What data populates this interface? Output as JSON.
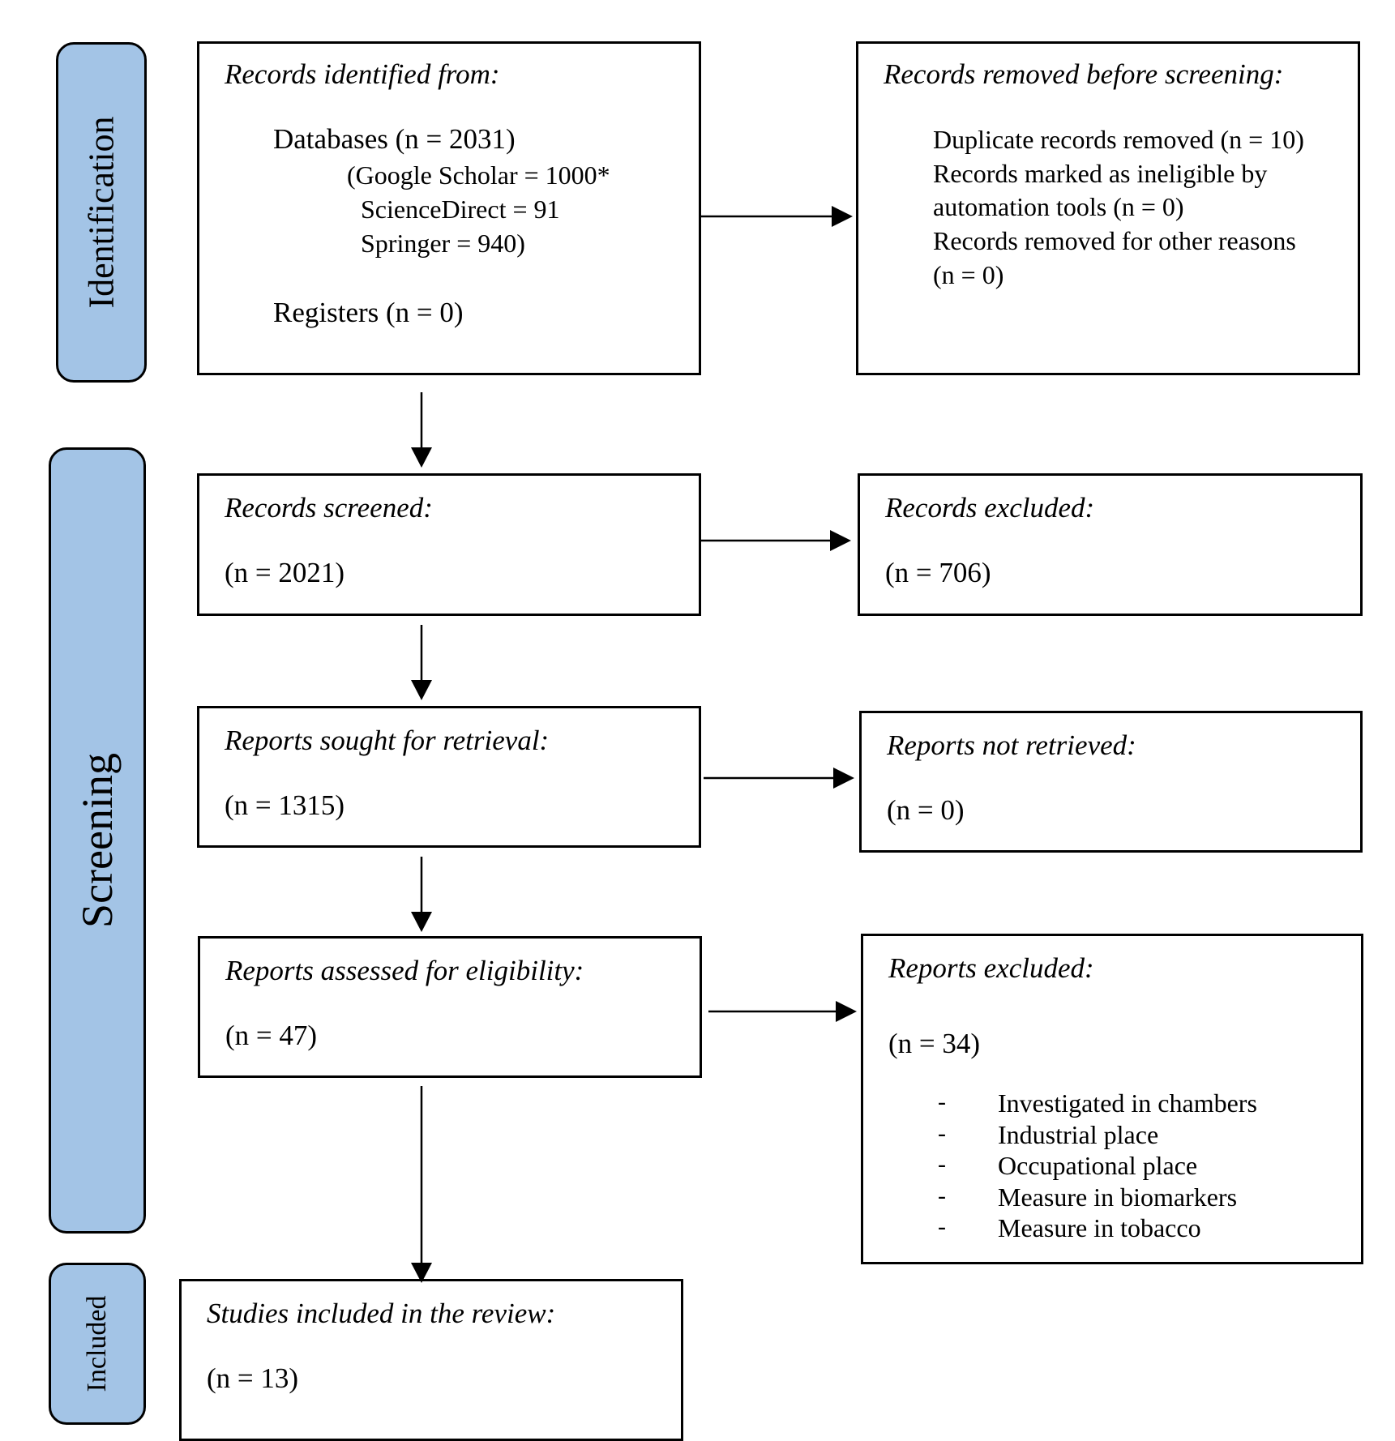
{
  "phases": {
    "identification": "Identification",
    "screening": "Screening",
    "included": "Included"
  },
  "identified": {
    "heading": "Records identified from:",
    "databases": "Databases (n = 2031)",
    "google": "(Google Scholar = 1000*",
    "sciencedirect": "ScienceDirect = 91",
    "springer": "Springer = 940)",
    "registers": "Registers (n = 0)"
  },
  "removed": {
    "heading": "Records removed before screening:",
    "duplicates": "Duplicate records removed (n = 10)",
    "ineligible_line1": "Records marked as ineligible by",
    "ineligible_line2": "automation tools (n = 0)",
    "other_line1": "Records removed for other reasons",
    "other_line2": "(n = 0)"
  },
  "screened": {
    "heading": "Records screened:",
    "count": "(n = 2021)"
  },
  "excluded": {
    "heading": "Records excluded:",
    "count": "(n = 706)"
  },
  "sought": {
    "heading": "Reports sought for retrieval:",
    "count": "(n = 1315)"
  },
  "not_retrieved": {
    "heading": "Reports not retrieved:",
    "count": "(n = 0)"
  },
  "assessed": {
    "heading": "Reports assessed for eligibility:",
    "count": "(n = 47)"
  },
  "reports_excluded": {
    "heading": "Reports excluded:",
    "count": "(n = 34)",
    "bullet": "-",
    "reasons": [
      "Investigated in chambers",
      "Industrial place",
      "Occupational place",
      "Measure in biomarkers",
      "Measure in tobacco"
    ]
  },
  "included": {
    "heading": "Studies included in the review:",
    "count": "(n = 13)"
  }
}
